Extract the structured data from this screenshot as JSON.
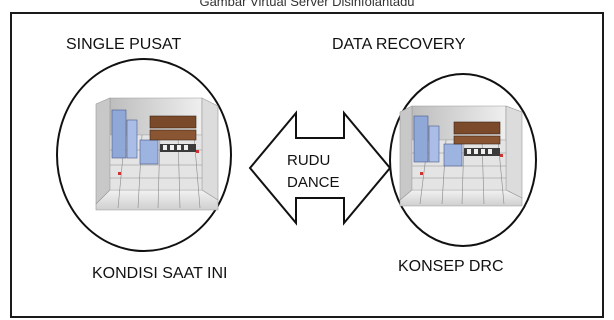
{
  "caption": "Gambar Virtual Server Disinfolahtadu",
  "left_site": {
    "top_label": "SINGLE PUSAT",
    "bottom_label": "KONDISI SAAT INI"
  },
  "right_site": {
    "top_label": "DATA RECOVERY",
    "bottom_label": "KONSEP DRC"
  },
  "arrow": {
    "line1": "RUDU",
    "line2": "DANCE"
  },
  "colors": {
    "frame": "#1a1a1a",
    "ellipse": "#111111",
    "room_floor": "#e8e8e8",
    "wall": "#d9d9d9",
    "rack_blue": "#8fa8d8",
    "furniture_brown": "#7a4a2a"
  }
}
